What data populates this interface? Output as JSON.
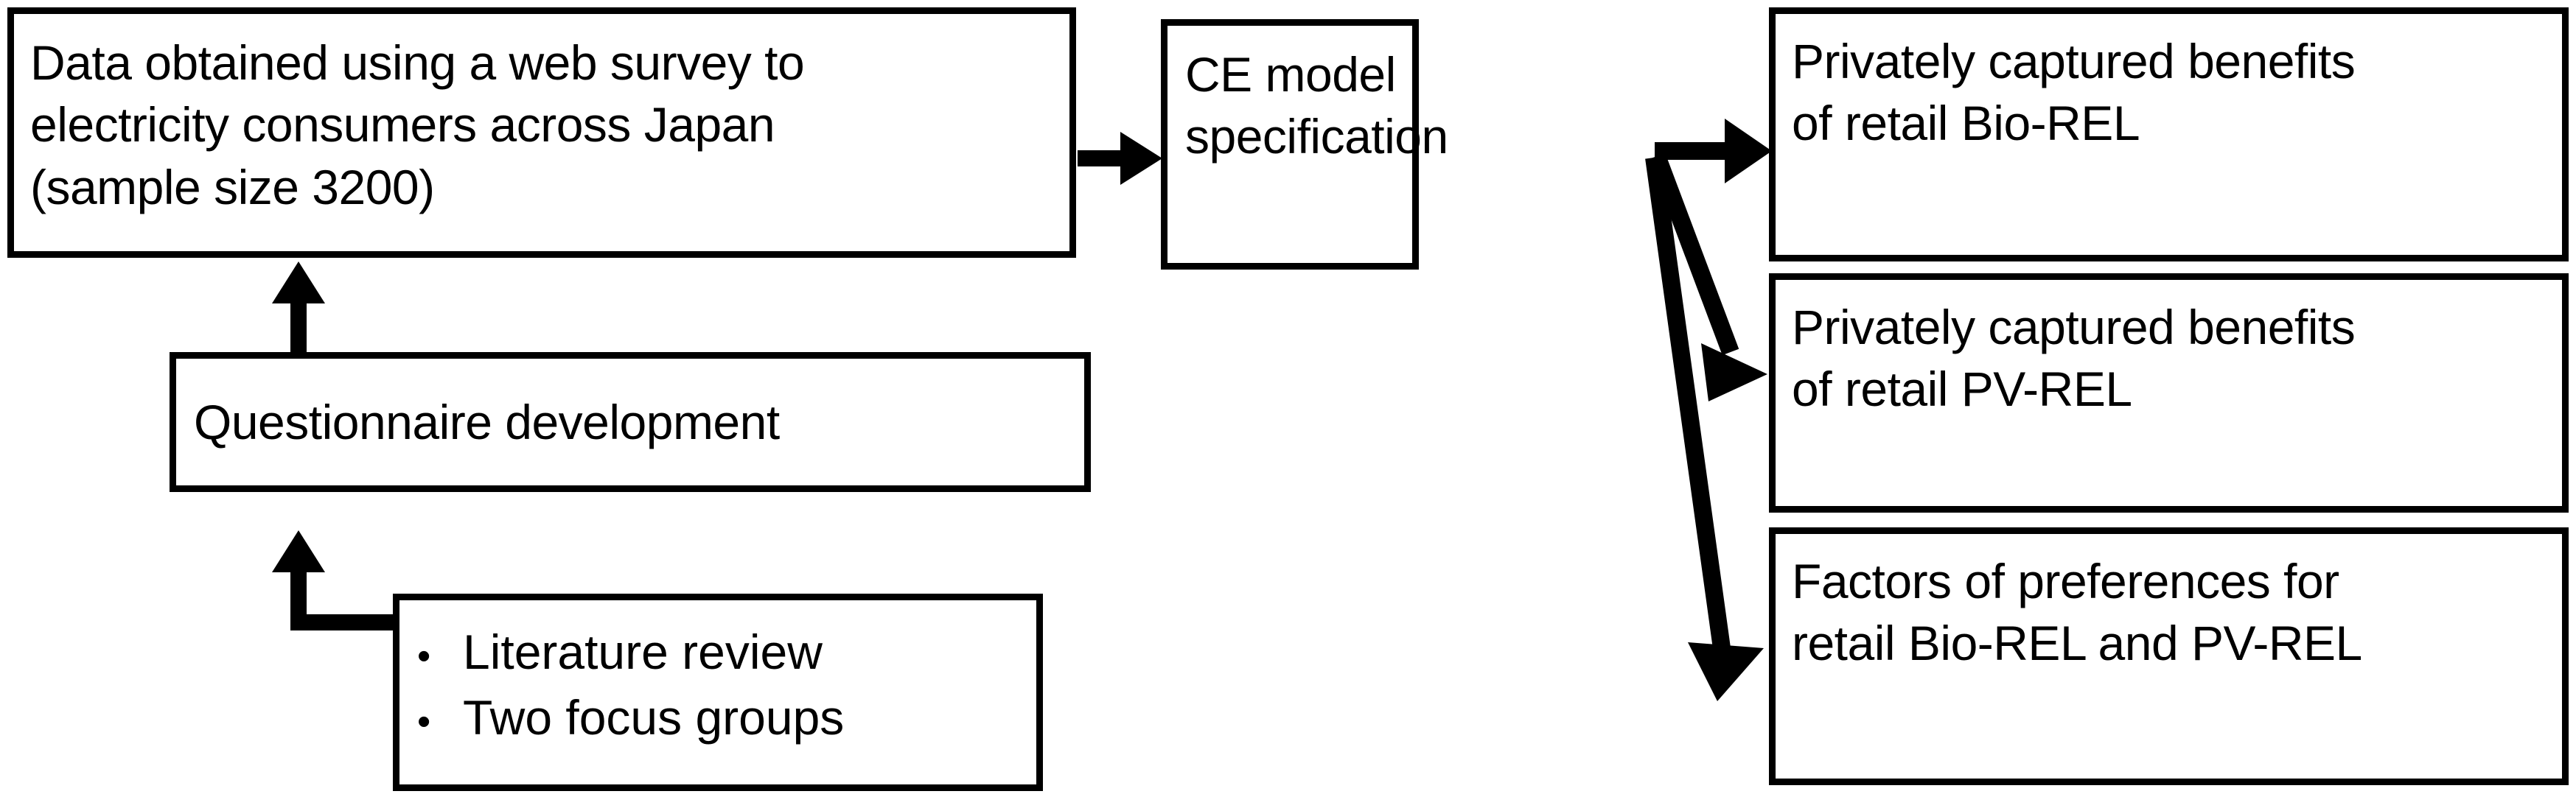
{
  "diagram": {
    "title": "Research design flow diagram",
    "background_color": "#ffffff",
    "line_color": "#000000",
    "boxes": {
      "survey": {
        "text": "Data obtained using a web survey to\nelectricity consumers across Japan\n(sample size 3200)"
      },
      "ce_model": {
        "text": "CE model\nspecification"
      },
      "questionnaire": {
        "text": "Questionnaire development"
      },
      "sources": {
        "bullet_glyph": "•",
        "items": [
          "Literature review",
          "Two focus groups"
        ]
      },
      "bio_rel": {
        "text": "Privately captured benefits\nof retail Bio-REL"
      },
      "pv_rel": {
        "text": "Privately captured benefits\nof retail PV-REL"
      },
      "factors": {
        "text": "Factors of preferences for\nretail Bio-REL and PV-REL"
      }
    },
    "connectors": [
      {
        "name": "survey-to-ce-model",
        "kind": "straight-arrow"
      },
      {
        "name": "questionnaire-to-survey",
        "kind": "straight-arrow"
      },
      {
        "name": "sources-to-questionnaire",
        "kind": "elbow-arrow"
      },
      {
        "name": "ce-model-to-bio-rel",
        "kind": "straight-arrow"
      },
      {
        "name": "ce-model-to-pv-rel",
        "kind": "diagonal-arrow"
      },
      {
        "name": "ce-model-to-factors",
        "kind": "diagonal-arrow"
      }
    ]
  }
}
